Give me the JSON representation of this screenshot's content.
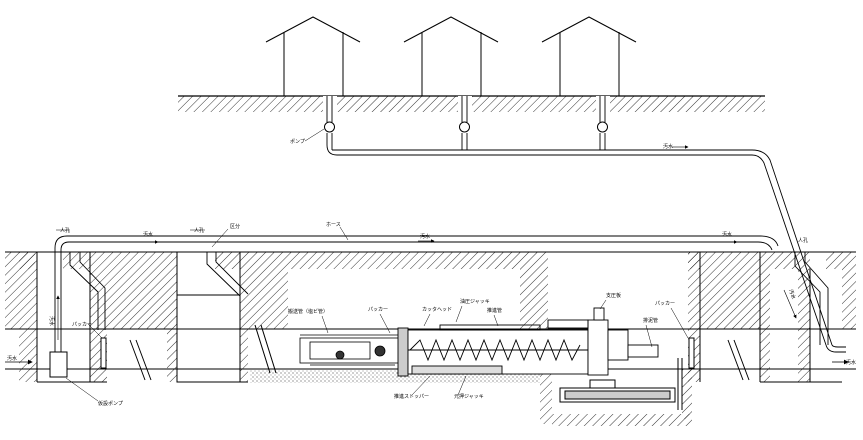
{
  "labels": {
    "pump": "ポンプ",
    "sewage_left": "汚水",
    "sewage_upper": "汚水",
    "sewage_mid": "汚水",
    "sewage_right": "汚水",
    "sewage_far_right": "汚水",
    "sewage_vertical_left": "汚水",
    "sewage_vertical_right": "汚水",
    "hose": "ホース",
    "mh_left": "人孔",
    "mh_mid": "人孔",
    "mh_right": "人孔",
    "kubun": "区分",
    "packer_left": "パッカー",
    "packer_machine": "パッカー",
    "packer_right": "パッカー",
    "conveyor_pipe": "搬送管（塩ビ管）",
    "cutter": "カッタヘッド",
    "hydraulic_jack": "油圧ジャッキ",
    "pipe_ring": "推進管",
    "reaction_plate": "支圧板",
    "drain_pipe": "排泥管",
    "stopper_ring": "推進ストッパー",
    "base_jack": "元押ジャッキ",
    "temp_pump": "仮設ポンプ"
  }
}
